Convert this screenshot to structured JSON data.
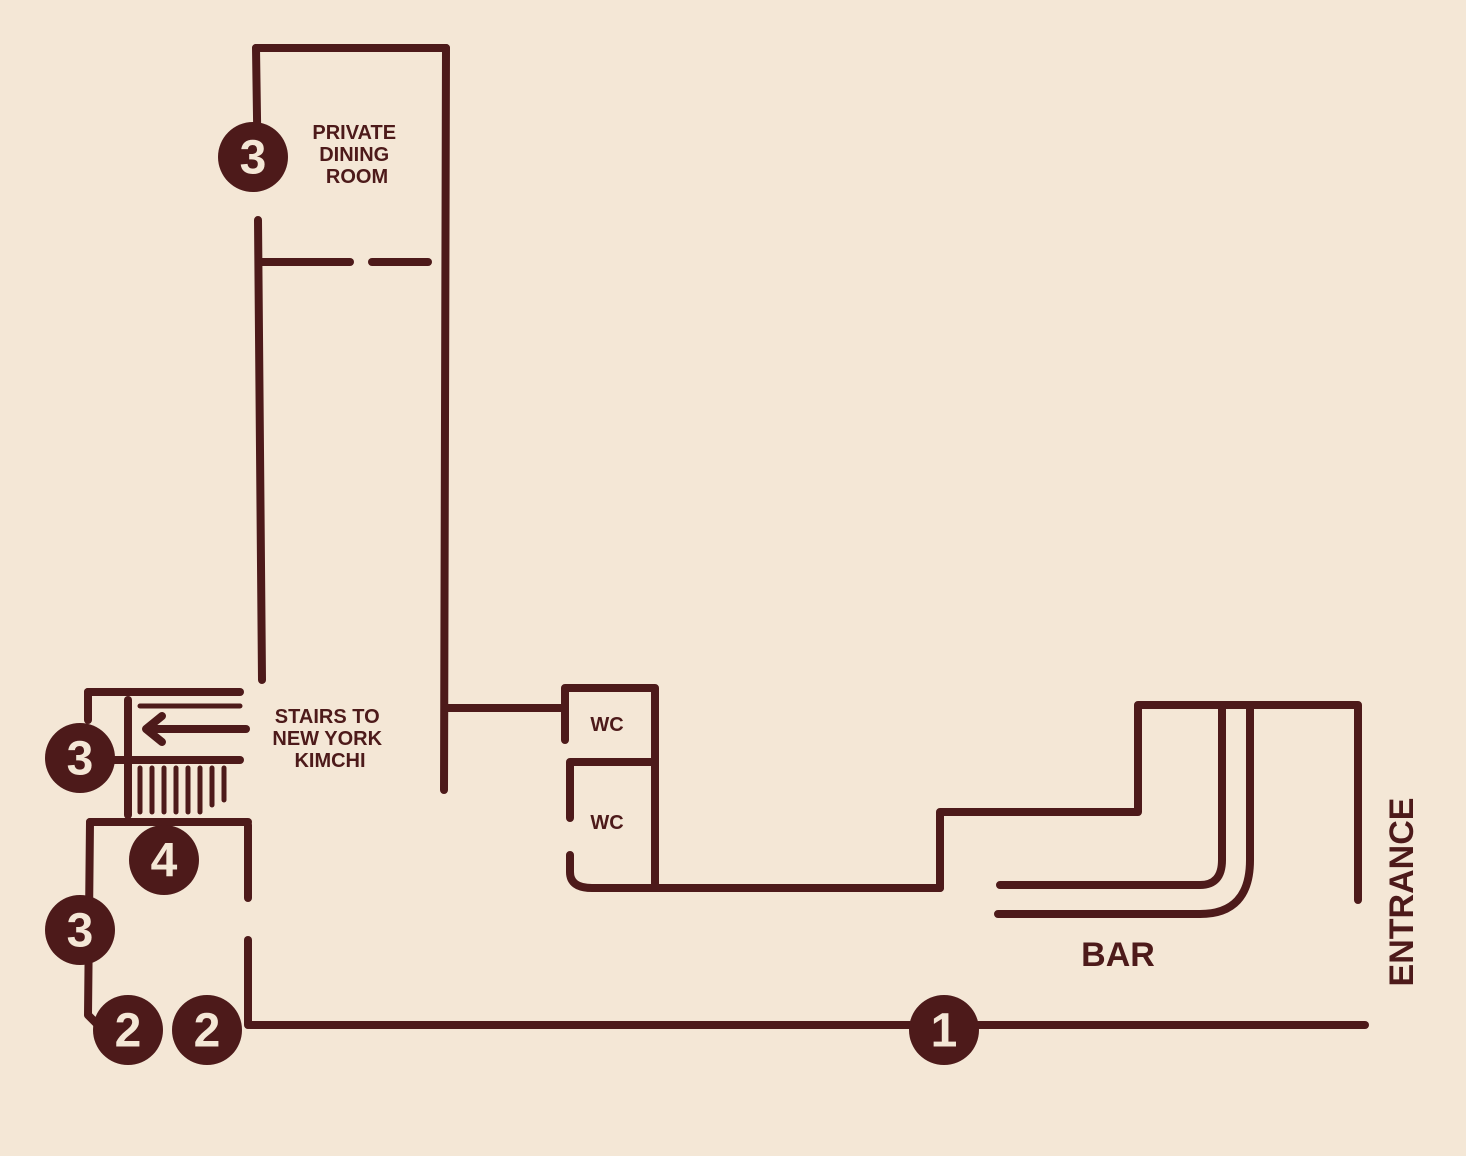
{
  "labels": {
    "private_dining": [
      "PRIVATE",
      "DINING",
      "ROOM"
    ],
    "stairs": [
      "STAIRS TO",
      "NEW YORK",
      "KIMCHI"
    ],
    "wc_upper": "WC",
    "wc_lower": "WC",
    "bar": "BAR",
    "entrance": "ENTRANCE"
  },
  "markers": {
    "private_dining": "3",
    "stairs_left": "3",
    "stairs_bottom": "4",
    "left_wall": "3",
    "corner_a": "2",
    "corner_b": "2",
    "front": "1"
  },
  "colors": {
    "background": "#f4e7d6",
    "ink": "#4d1a1a"
  }
}
